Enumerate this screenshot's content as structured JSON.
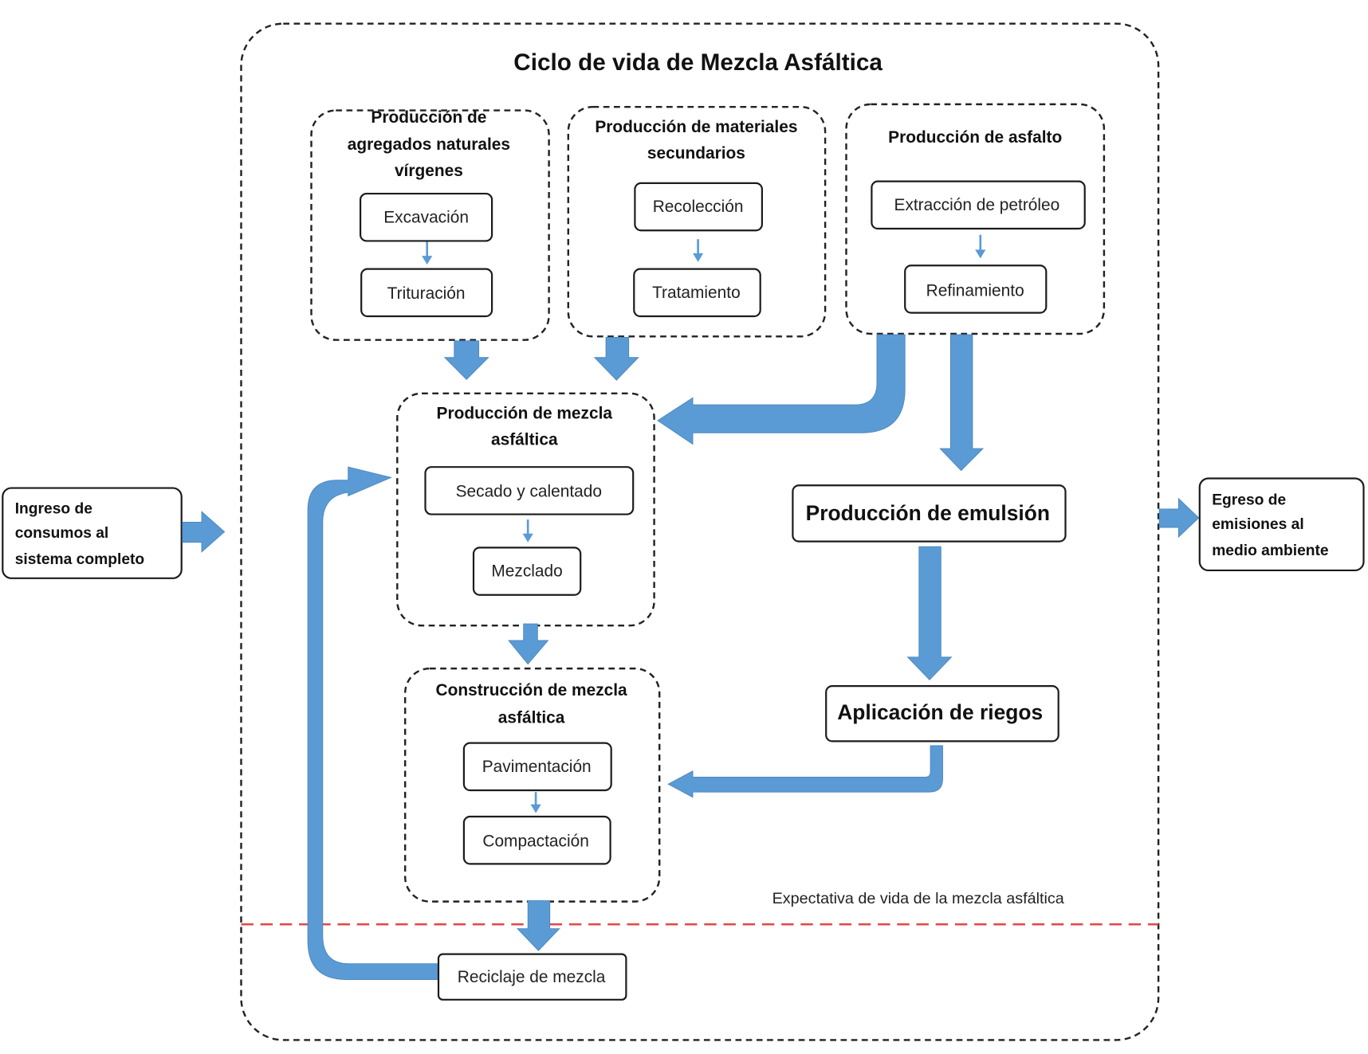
{
  "title": "Ciclo de vida de Mezcla Asfáltica",
  "colors": {
    "flow_arrow": "#5b9bd5",
    "boundary_line": "#e04848",
    "border": "#222222"
  },
  "input": {
    "lines": [
      "Ingreso de",
      "consumos al",
      "sistema completo"
    ]
  },
  "output": {
    "lines": [
      "Egreso de",
      "emisiones al",
      "medio ambiente"
    ]
  },
  "groups": {
    "aggregates": {
      "title_lines": [
        "Producción de",
        "agregados naturales",
        "vírgenes"
      ],
      "steps": [
        "Excavación",
        "Trituración"
      ]
    },
    "secondary": {
      "title_lines": [
        "Producción de materiales",
        "secundarios"
      ],
      "steps": [
        "Recolección",
        "Tratamiento"
      ]
    },
    "asphalt": {
      "title_lines": [
        "Producción de asfalto"
      ],
      "steps": [
        "Extracción de petróleo",
        "Refinamiento"
      ]
    },
    "mix_production": {
      "title_lines": [
        "Producción de mezcla",
        "asfáltica"
      ],
      "steps": [
        "Secado y calentado",
        "Mezclado"
      ]
    },
    "construction": {
      "title_lines": [
        "Construcción de mezcla",
        "asfáltica"
      ],
      "steps": [
        "Pavimentación",
        "Compactación"
      ]
    }
  },
  "emulsion": "Producción de emulsión",
  "irrigation": "Aplicación de riegos",
  "recycling": "Reciclaje de mezcla",
  "life_expectancy_label": "Expectativa de vida de la mezcla asfáltica"
}
